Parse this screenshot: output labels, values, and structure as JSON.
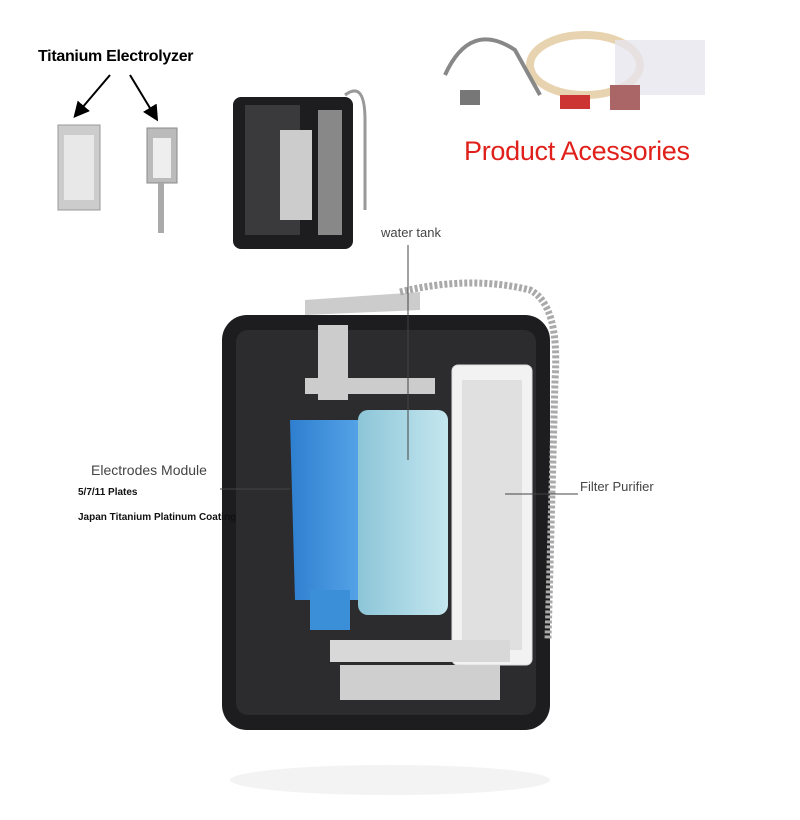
{
  "labels": {
    "titanium_electrolyzer": "Titanium Electrolyzer",
    "product_accessories": "Product Acessories",
    "water_tank": "water tank",
    "electrodes_module": "Electrodes Module",
    "plates": "5/7/11 Plates",
    "coating": "Japan Titanium Platinum Coating",
    "filter_purifier": "Filter Purifier"
  },
  "colors": {
    "accent_red": "#e0201a",
    "module_blue": "#3b8fd8",
    "tank_cyan": "#a9d8e6",
    "housing": "#1d1d1f"
  }
}
